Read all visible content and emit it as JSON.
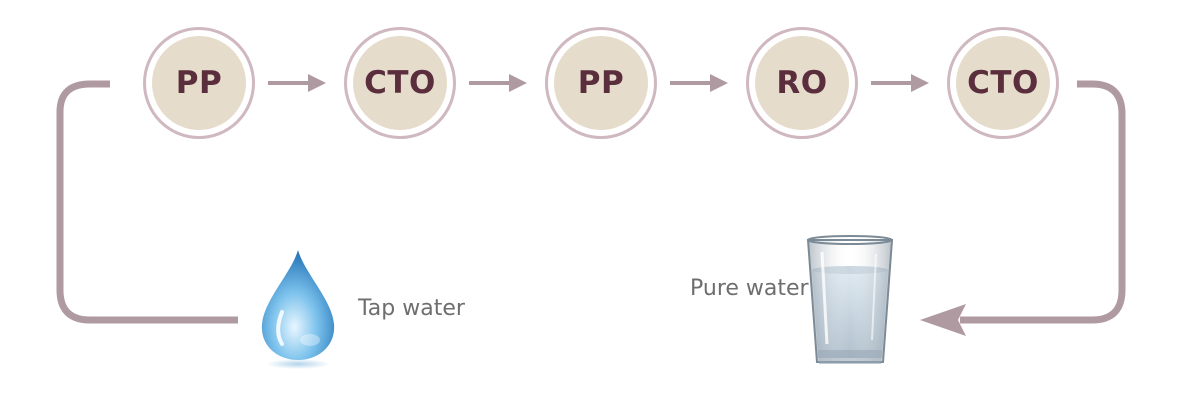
{
  "stages": [
    {
      "label": "PP"
    },
    {
      "label": "CTO"
    },
    {
      "label": "PP"
    },
    {
      "label": "RO"
    },
    {
      "label": "CTO"
    }
  ],
  "input": {
    "label": "Tap water",
    "icon": "water-drop-icon"
  },
  "output": {
    "label": "Pure water",
    "icon": "water-glass-icon"
  },
  "colors": {
    "connector": "#b09aa1",
    "ring": "#cfb8bf",
    "stage_fill": "#e6dccb",
    "stage_text": "#5a2e3c",
    "caption_text": "#6e6e6e"
  }
}
